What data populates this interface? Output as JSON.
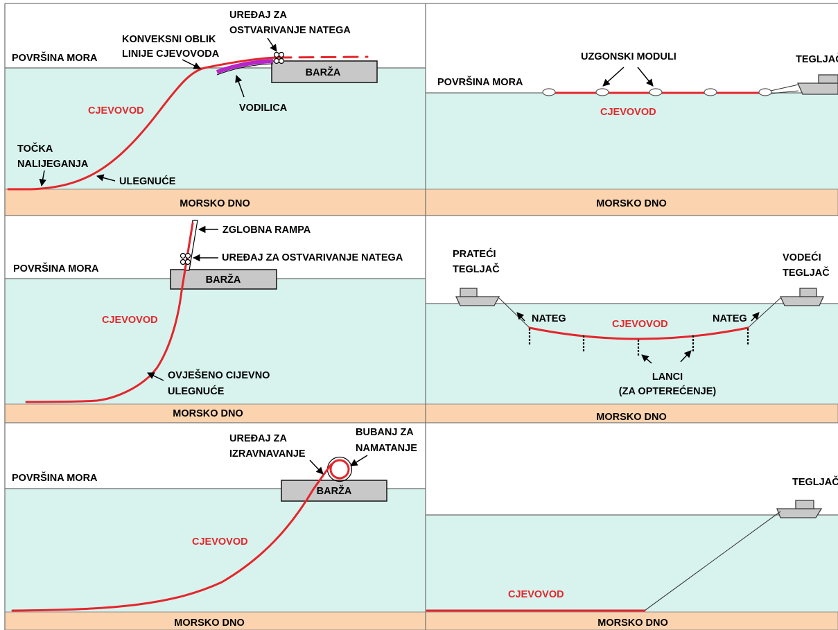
{
  "panel_top_left": {
    "sea_surface": "POVRŠINA MORA",
    "convex_shape": [
      "KONVEKSNI OBLIK",
      "LINIJE CJEVOVODA"
    ],
    "tension_device": [
      "UREĐAJ ZA",
      "OSTVARIVANJE NATEGA"
    ],
    "barge": "BARŽA",
    "pipeline": "CJEVOVOD",
    "stinger": "VODILICA",
    "touchdown_point": [
      "TOČKA",
      "NALIJEGANJA"
    ],
    "sagbend": "ULEGNUĆE",
    "seabed": "MORSKO DNO"
  },
  "panel_top_right": {
    "buoyancy_modules": "UZGONSKI MODULI",
    "tug": "TEGLJAČ",
    "sea_surface": "POVRŠINA MORA",
    "pipeline": "CJEVOVOD",
    "seabed": "MORSKO DNO"
  },
  "panel_mid_left": {
    "articulated_ramp": "ZGLOBNA RAMPA",
    "tension_device": "UREĐAJ ZA OSTVARIVANJE NATEGA",
    "sea_surface": "POVRŠINA MORA",
    "barge": "BARŽA",
    "pipeline": "CJEVOVOD",
    "suspended_sagbend": [
      "OVJEŠENO CIJEVNO",
      "ULEGNUĆE"
    ],
    "seabed": "MORSKO DNO"
  },
  "panel_mid_right": {
    "trailing_tug": [
      "PRATEĆI",
      "TEGLJAČ"
    ],
    "leading_tug": [
      "VODEĆI",
      "TEGLJAČ"
    ],
    "tension_left": "NATEG",
    "tension_right": "NATEG",
    "pipeline": "CJEVOVOD",
    "chains": [
      "LANCI",
      "(ZA OPTEREĆENJE)"
    ],
    "seabed": "MORSKO DNO"
  },
  "panel_bottom_left": {
    "straightener": [
      "UREĐAJ ZA",
      "IZRAVNAVANJE"
    ],
    "reel_drum": [
      "BUBANJ ZA",
      "NAMATANJE"
    ],
    "sea_surface": "POVRŠINA MORA",
    "barge": "BARŽA",
    "pipeline": "CJEVOVOD",
    "seabed": "MORSKO DNO"
  },
  "panel_bottom_right": {
    "tug": "TEGLJAČ",
    "pipeline": "CJEVOVOD",
    "seabed": "MORSKO DNO"
  },
  "colors": {
    "water": "#d8f3ee",
    "seabed": "#fbd3ae",
    "pipeline": "#e4262b",
    "stinger": "#b526c8",
    "vessel": "#c8c8c8"
  }
}
